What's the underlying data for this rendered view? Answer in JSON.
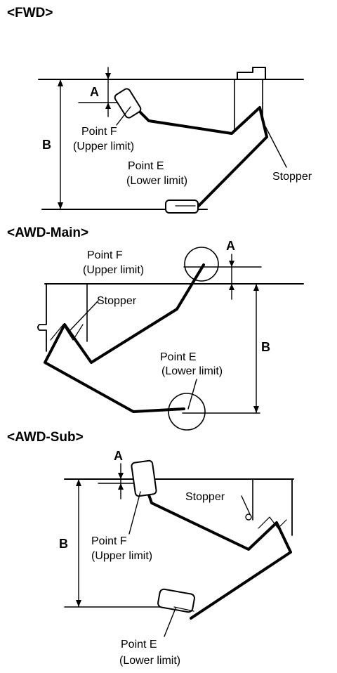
{
  "sections": {
    "fwd": {
      "header": "<FWD>",
      "dim_a": "A",
      "dim_b": "B",
      "point_f_line1": "Point F",
      "point_f_line2": "(Upper limit)",
      "point_e_line1": "Point E",
      "point_e_line2": "(Lower limit)",
      "stopper": "Stopper"
    },
    "awd_main": {
      "header": "<AWD-Main>",
      "dim_a": "A",
      "dim_b": "B",
      "point_f_line1": "Point F",
      "point_f_line2": "(Upper limit)",
      "point_e_line1": "Point E",
      "point_e_line2": "(Lower limit)",
      "stopper": "Stopper"
    },
    "awd_sub": {
      "header": "<AWD-Sub>",
      "dim_a": "A",
      "dim_b": "B",
      "point_f_line1": "Point F",
      "point_f_line2": "(Upper limit)",
      "point_e_line1": "Point E",
      "point_e_line2": "(Lower limit)",
      "stopper": "Stopper"
    }
  }
}
